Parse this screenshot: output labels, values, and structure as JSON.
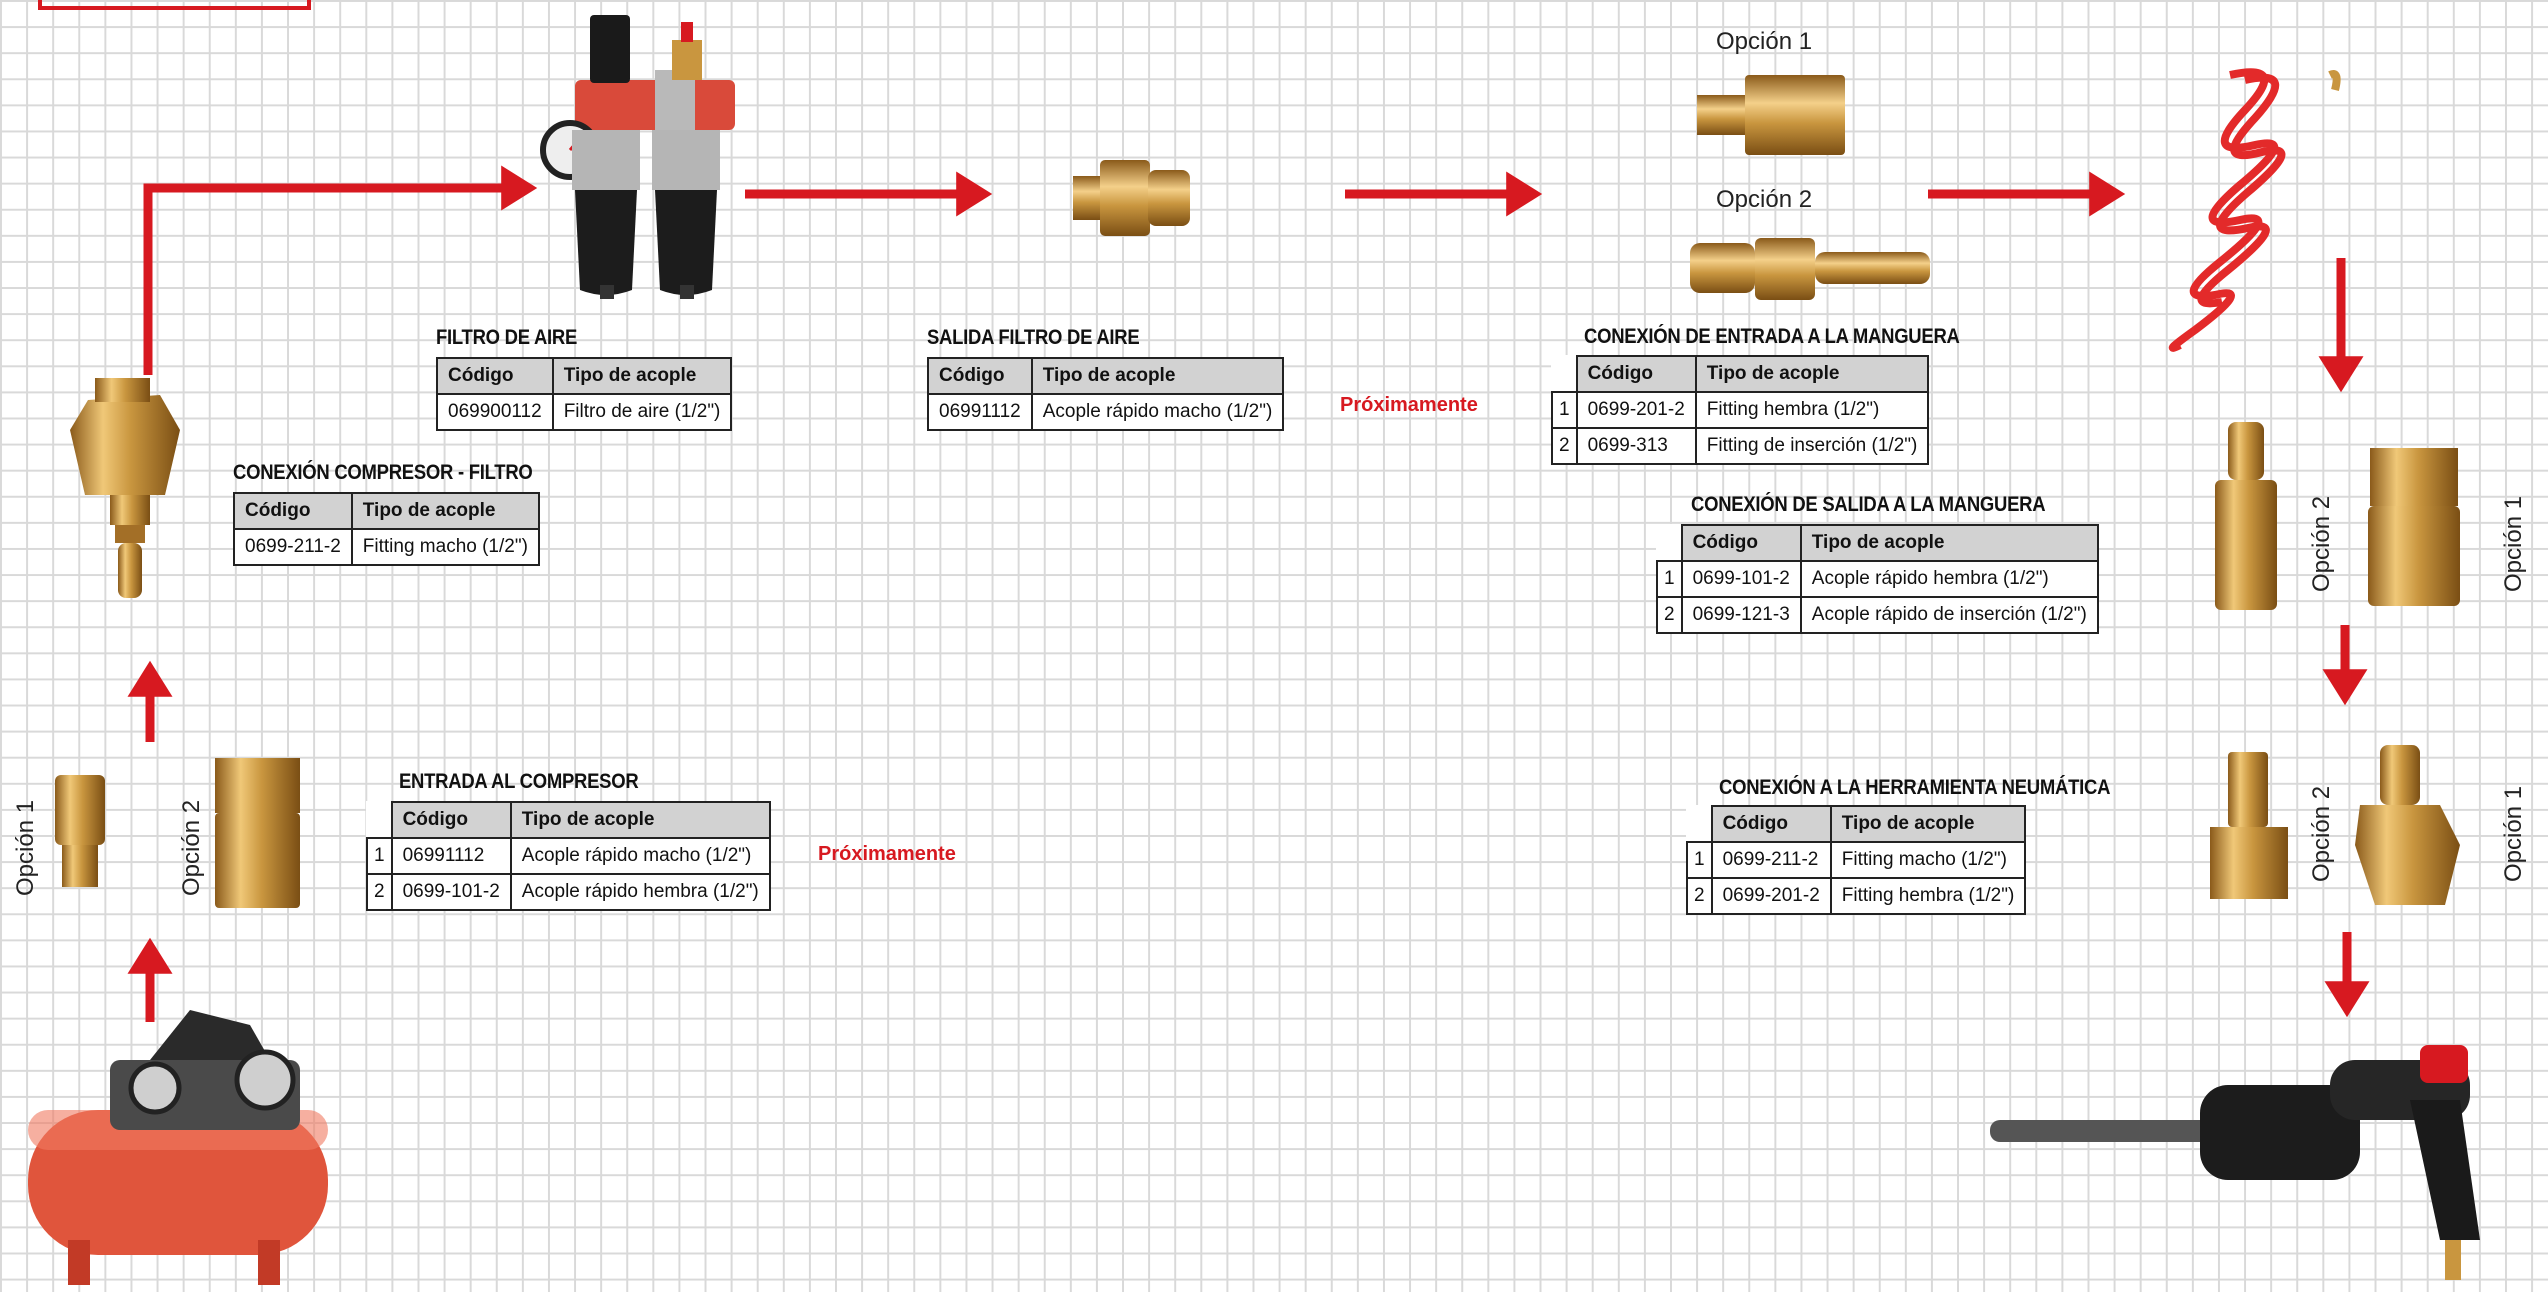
{
  "colors": {
    "accent": "#d71920",
    "brass": "#c9963f",
    "grid": "#d9d9d9",
    "table_header": "#d2d2d2"
  },
  "connections": {
    "filtro": {
      "title": "FILTRO DE AIRE",
      "headers": [
        "Código",
        "Tipo de acople"
      ],
      "rows": [
        [
          "069900112",
          "Filtro de aire (1/2\")"
        ]
      ]
    },
    "salida_filtro": {
      "title": "SALIDA FILTRO DE AIRE",
      "headers": [
        "Código",
        "Tipo de acople"
      ],
      "rows": [
        [
          "06991112",
          "Acople rápido macho (1/2\")"
        ]
      ],
      "note": "Próximamente"
    },
    "compresor_filtro": {
      "title": "CONEXIÓN COMPRESOR - FILTRO",
      "headers": [
        "Código",
        "Tipo de acople"
      ],
      "rows": [
        [
          "0699-211-2",
          "Fitting macho (1/2\")"
        ]
      ]
    },
    "entrada_compresor": {
      "title": "ENTRADA AL COMPRESOR",
      "headers": [
        "Código",
        "Tipo de acople"
      ],
      "rows": [
        [
          "1",
          "06991112",
          "Acople rápido macho (1/2\")"
        ],
        [
          "2",
          "0699-101-2",
          "Acople rápido hembra (1/2\")"
        ]
      ],
      "note": "Próximamente"
    },
    "entrada_manguera": {
      "title": "CONEXIÓN DE ENTRADA A LA MANGUERA",
      "headers": [
        "Código",
        "Tipo de acople"
      ],
      "rows": [
        [
          "1",
          "0699-201-2",
          "Fitting hembra (1/2\")"
        ],
        [
          "2",
          "0699-313",
          "Fitting de inserción (1/2\")"
        ]
      ]
    },
    "salida_manguera": {
      "title": "CONEXIÓN DE SALIDA A LA MANGUERA",
      "headers": [
        "Código",
        "Tipo de acople"
      ],
      "rows": [
        [
          "1",
          "0699-101-2",
          "Acople rápido hembra (1/2\")"
        ],
        [
          "2",
          "0699-121-3",
          "Acople rápido de inserción (1/2\")"
        ]
      ]
    },
    "herramienta": {
      "title": "CONEXIÓN A LA HERRAMIENTA NEUMÁTICA",
      "headers": [
        "Código",
        "Tipo de acople"
      ],
      "rows": [
        [
          "1",
          "0699-211-2",
          "Fitting macho (1/2\")"
        ],
        [
          "2",
          "0699-201-2",
          "Fitting hembra (1/2\")"
        ]
      ]
    }
  },
  "option_labels": {
    "opcion1": "Opción 1",
    "opcion2": "Opción 2"
  },
  "icons": [
    "compressor-image",
    "air-filter-image",
    "brass-fitting-image",
    "coiled-hose-image",
    "impact-wrench-image",
    "arrow-icon"
  ]
}
